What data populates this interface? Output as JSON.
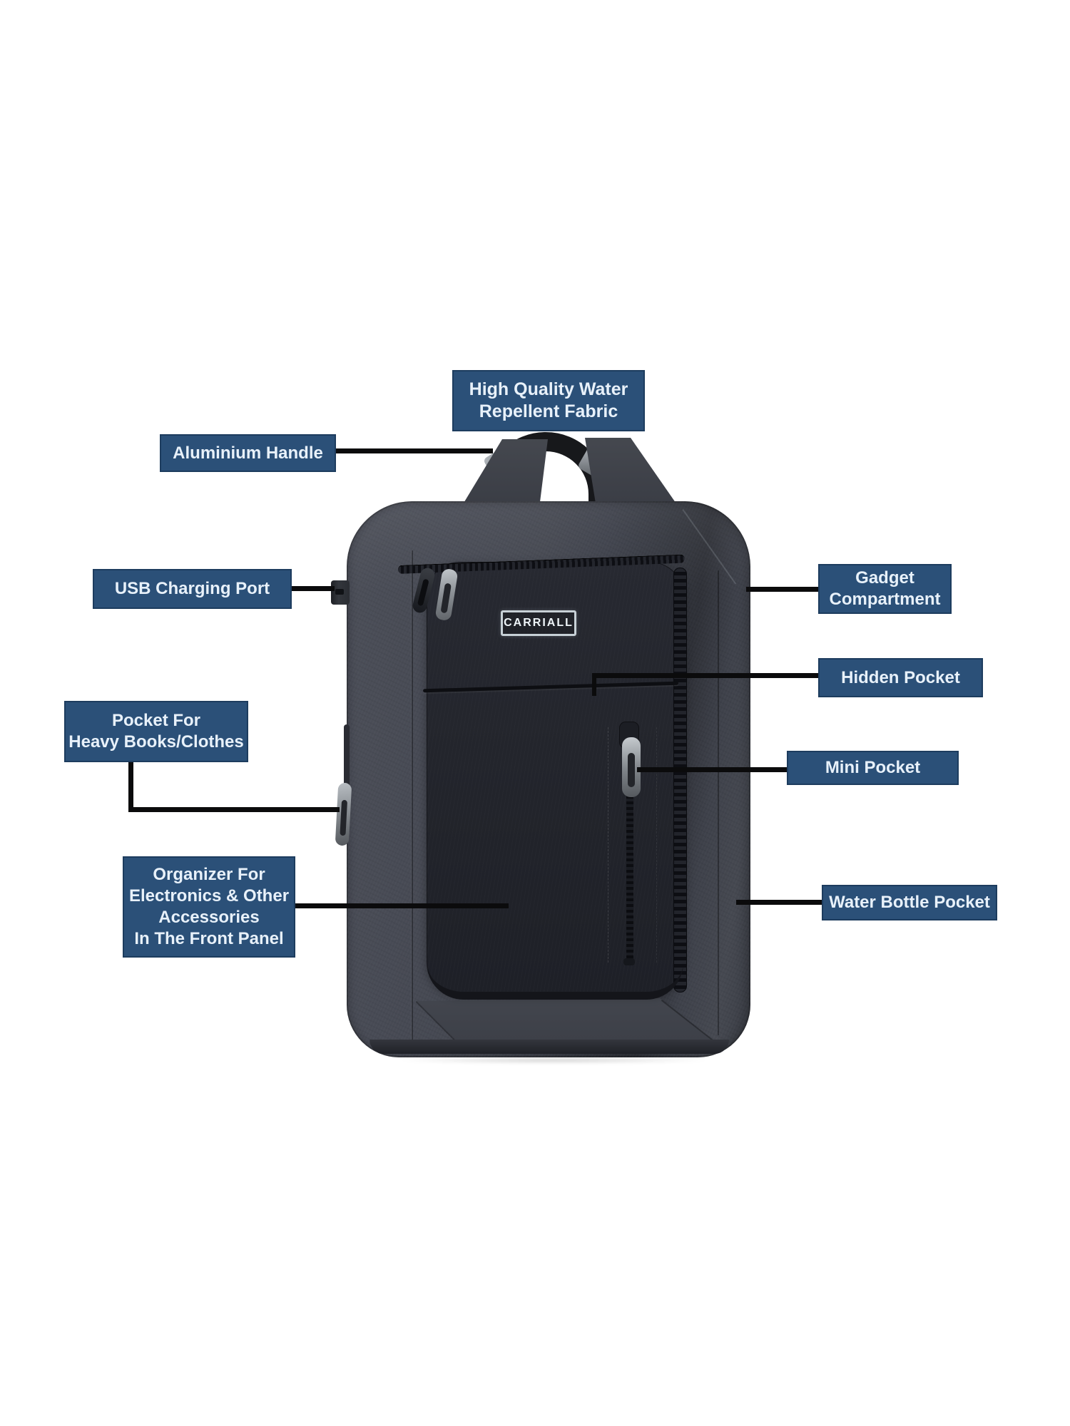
{
  "title": "Backpack feature infographic",
  "brand_badge": {
    "text": "CARRIALL"
  },
  "labels": {
    "fabric": {
      "lines": [
        "High Quality Water",
        "Repellent Fabric"
      ]
    },
    "handle": {
      "lines": [
        "Aluminium Handle"
      ]
    },
    "usb": {
      "lines": [
        "USB Charging Port"
      ]
    },
    "gadget": {
      "lines": [
        "Gadget",
        "Compartment"
      ]
    },
    "hidden": {
      "lines": [
        "Hidden Pocket"
      ]
    },
    "books": {
      "lines": [
        "Pocket For",
        "Heavy Books/Clothes"
      ]
    },
    "mini": {
      "lines": [
        "Mini Pocket"
      ]
    },
    "organizer": {
      "lines": [
        "Organizer For",
        "Electronics & Other",
        "Accessories",
        "In The Front Panel"
      ]
    },
    "bottle": {
      "lines": [
        "Water Bottle Pocket"
      ]
    }
  },
  "colors": {
    "label_bg": "#2b5078",
    "label_border": "#1d3c5e",
    "label_text": "#e8f1fa",
    "line_color": "#0b0b0c",
    "bag_fabric": "#42454e",
    "front_panel": "#24262d",
    "background": "#ffffff"
  }
}
